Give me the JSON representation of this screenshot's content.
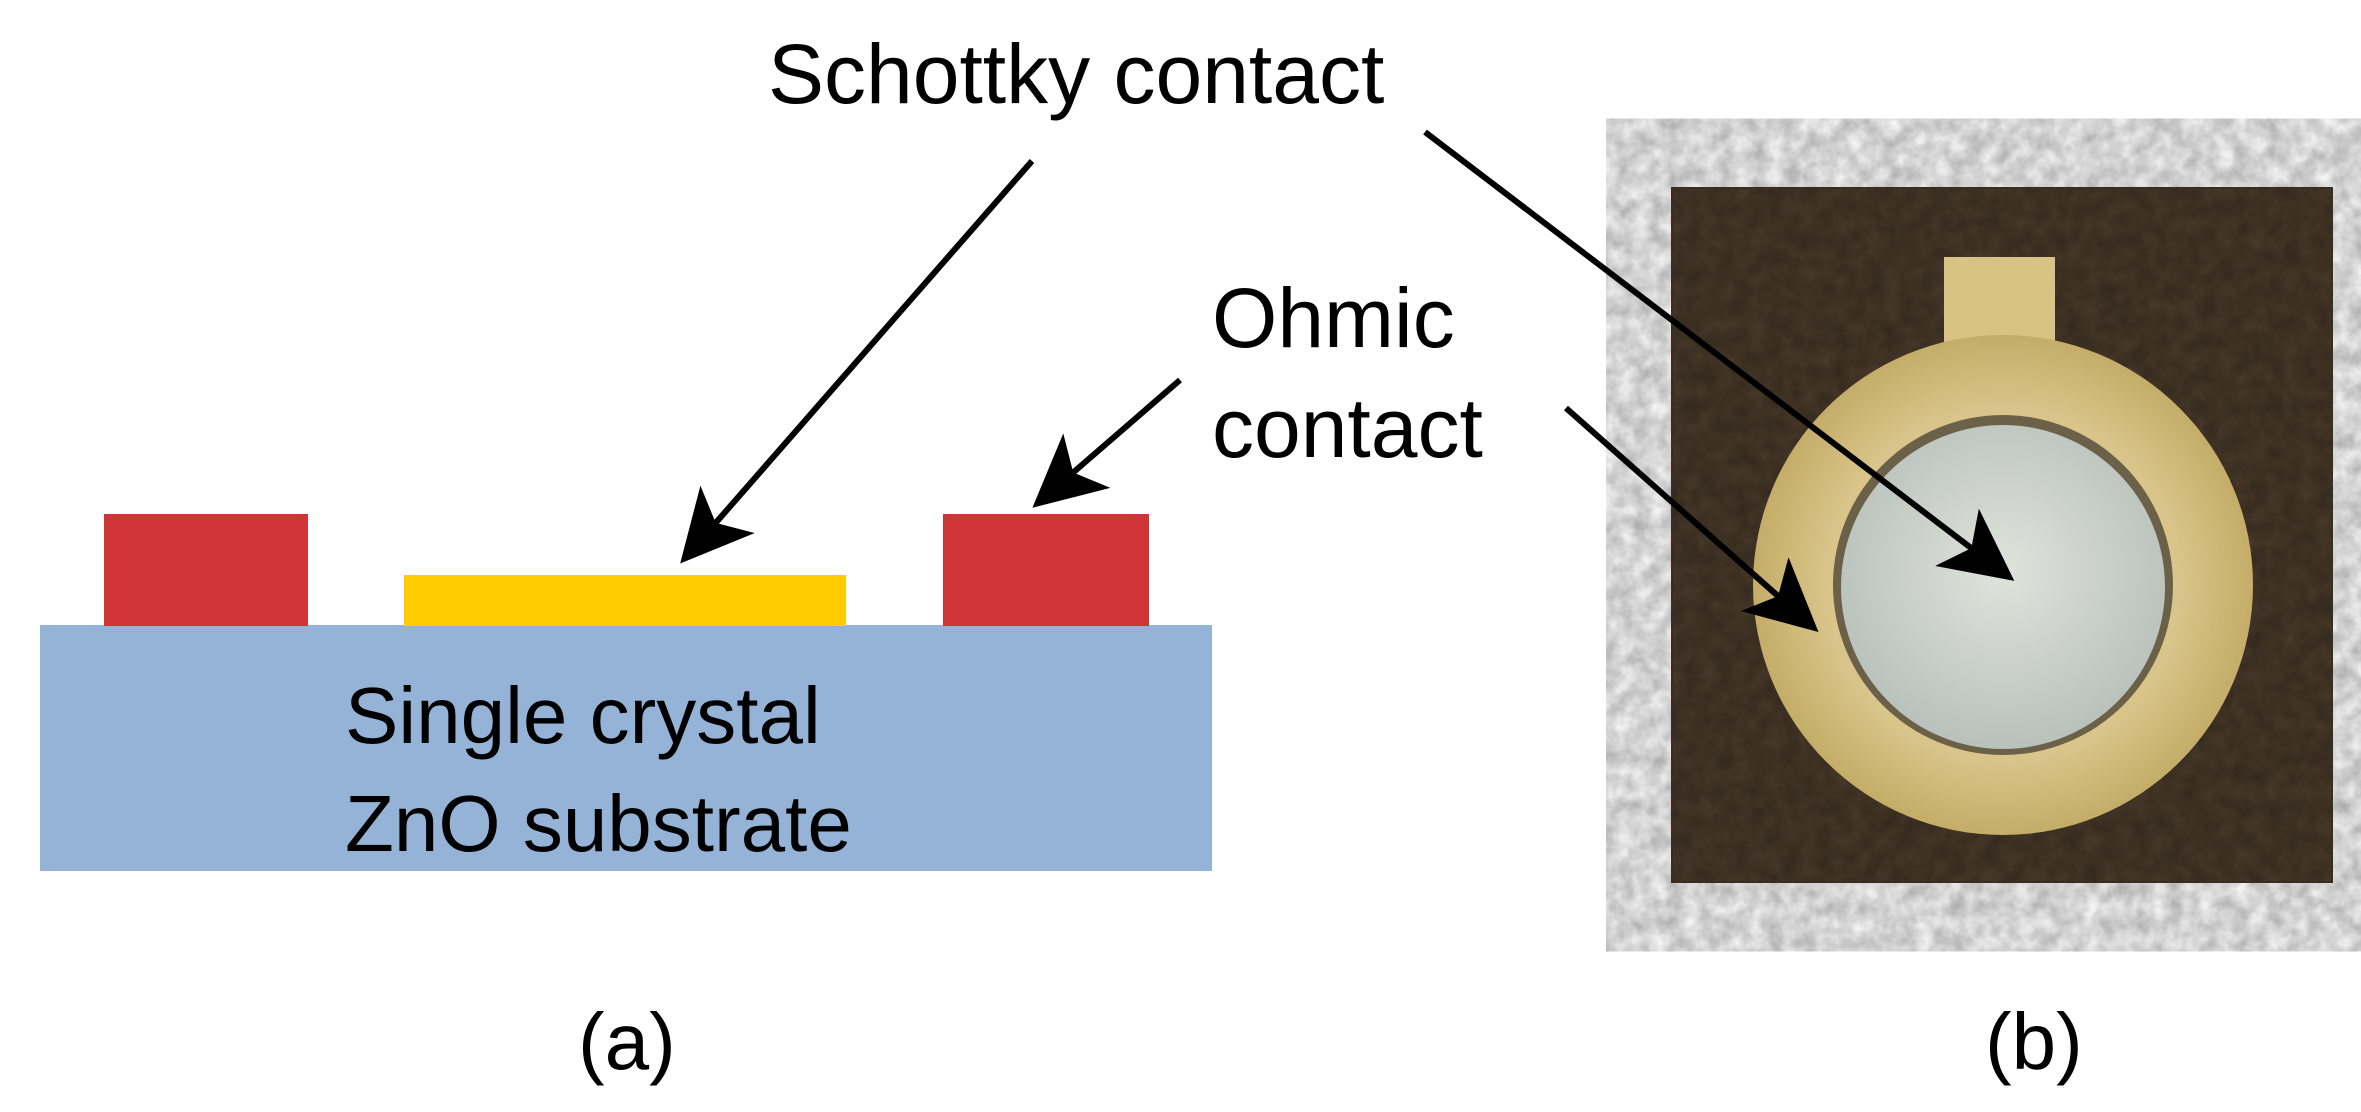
{
  "labels": {
    "schottky": "Schottky contact",
    "ohmic_line1": "Ohmic",
    "ohmic_line2": "contact",
    "substrate_line1": "Single crystal",
    "substrate_line2": "ZnO substrate",
    "panel_a": "(a)",
    "panel_b": "(b)"
  },
  "colors": {
    "substrate": "#95b3d7",
    "ohmic": "#d03436",
    "schottky": "#ffcc00",
    "photo_background": "#4a3a2a",
    "photo_ring": "#d7c384",
    "photo_center": "#cfd4cd",
    "arrow": "#000000"
  }
}
